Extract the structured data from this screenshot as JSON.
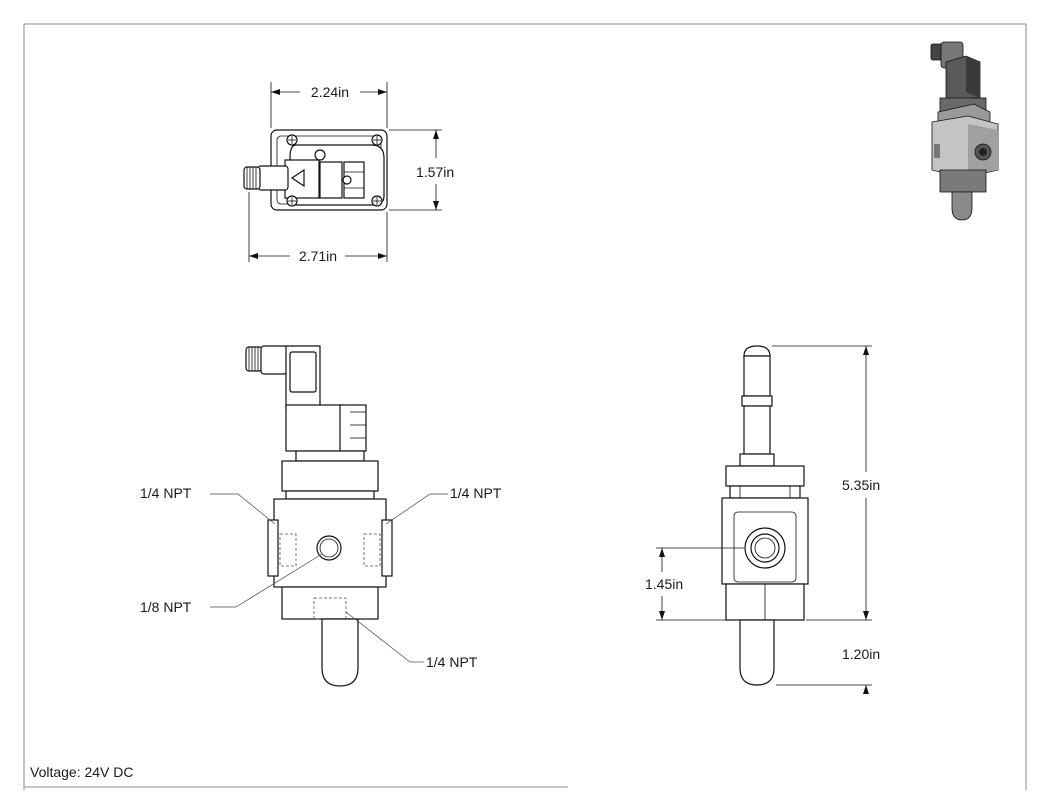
{
  "dimensions": {
    "top_width": "2.24in",
    "top_height": "1.57in",
    "top_overall": "2.71in",
    "side_height": "5.35in",
    "port_height": "1.45in",
    "bottom_ext": "1.20in"
  },
  "callouts": {
    "left_port": "1/4 NPT",
    "right_port": "1/4 NPT",
    "gauge_port": "1/8 NPT",
    "bottom_port": "1/4 NPT"
  },
  "footer": {
    "voltage": "Voltage: 24V DC"
  }
}
